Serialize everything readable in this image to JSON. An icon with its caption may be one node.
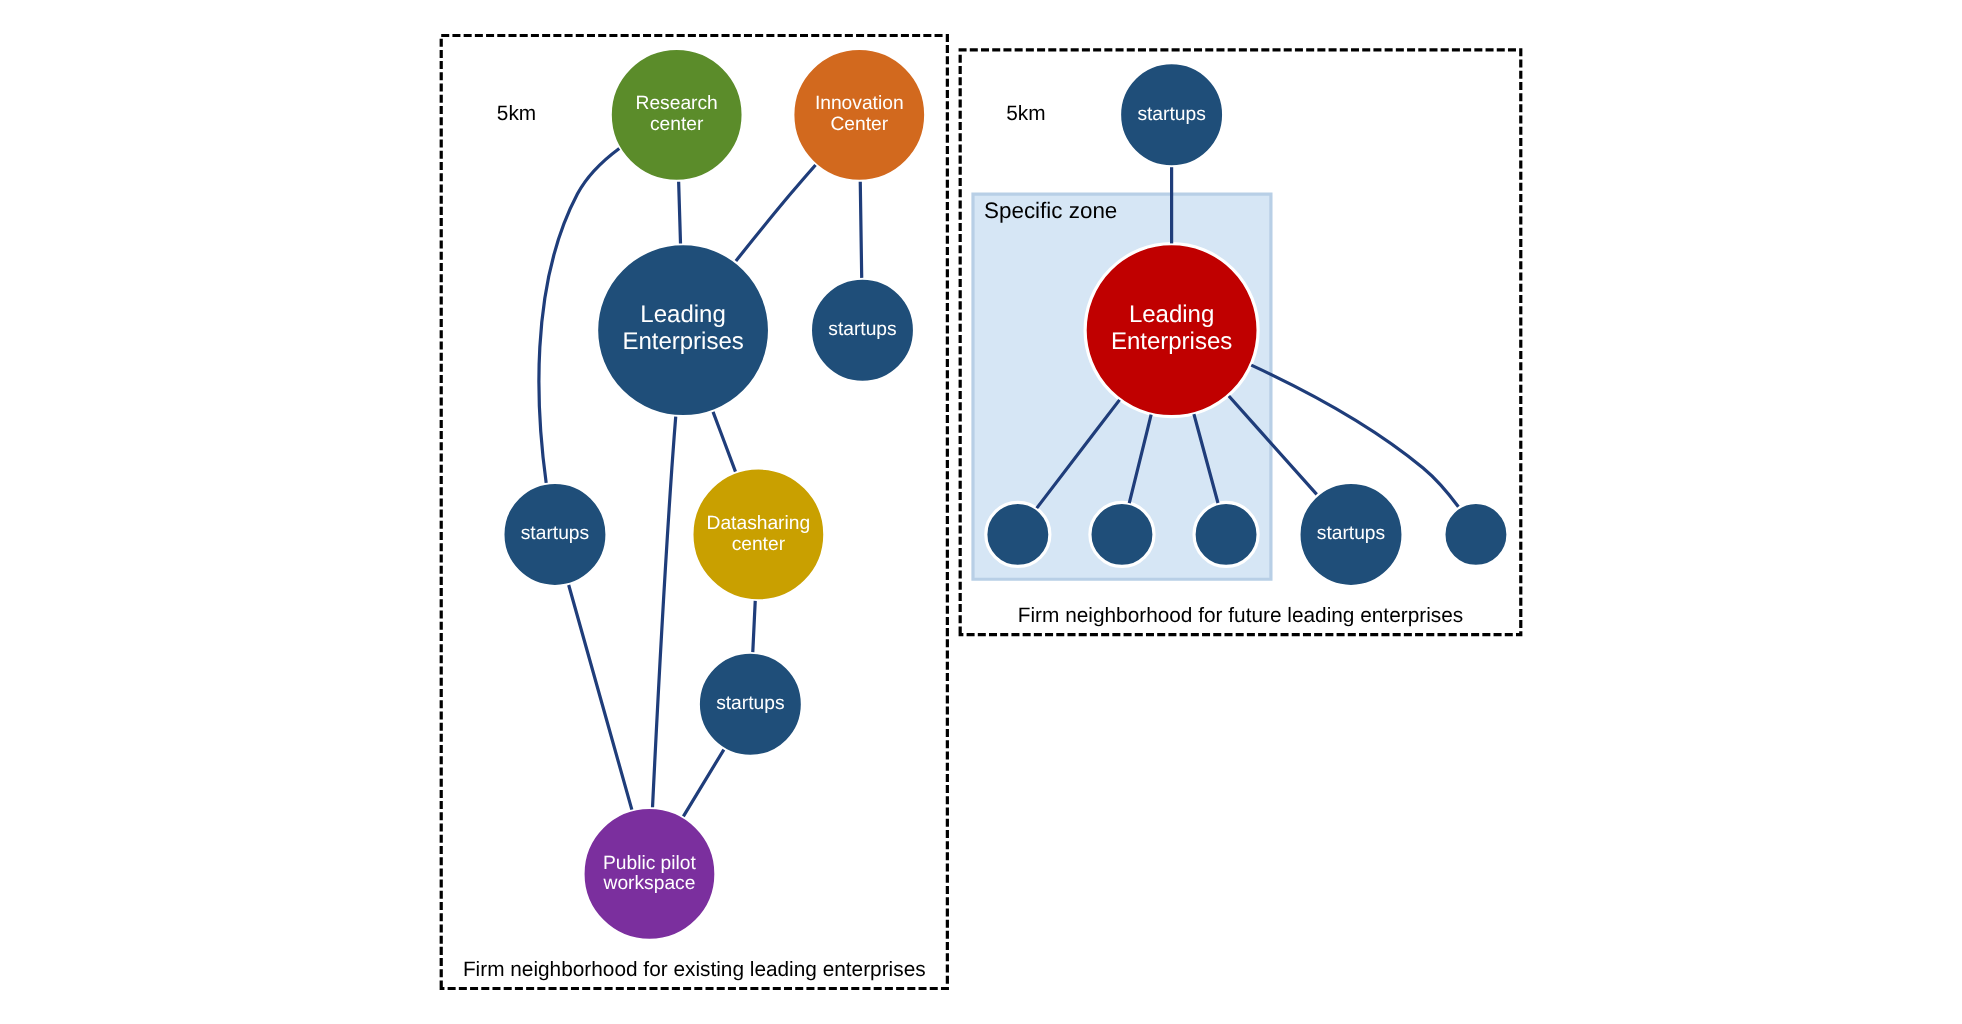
{
  "diagram": {
    "nodes": [
      {
        "text": [
          "Firm neighborhood for existing leading enterprises"
        ]
      },
      {
        "text": [
          "Innovation Center"
        ],
        "in": 0
      },
      {
        "text": [
          "startups"
        ],
        "in": 0
      },
      {
        "text": [
          "Research center"
        ],
        "in": 0
      },
      {
        "text": [
          "Leading Enterprises"
        ],
        "in": 0
      },
      {
        "text": [
          "Datasharing center"
        ],
        "in": 0
      },
      {
        "text": [
          "startups"
        ],
        "in": 0
      },
      {
        "text": [
          "startups"
        ],
        "in": 0
      },
      {
        "text": [
          "Public pilot workspace"
        ],
        "in": 0
      },
      {
        "text": [
          "Firm neighborhood for future leading enterprises"
        ]
      },
      {
        "text": [
          "Specific zone"
        ],
        "in": 9
      },
      {
        "text": [],
        "shape": "circle",
        "in": 10
      },
      {
        "text": [
          "startups"
        ],
        "in": 9
      },
      {
        "text": [
          "Leading Enterprises"
        ],
        "in": 10
      },
      {
        "text": [
          "startups"
        ],
        "in": 9
      },
      {
        "text": [],
        "shape": "circle",
        "in": 10
      },
      {
        "text": [],
        "shape": "circle",
        "in": 10
      },
      {
        "text": [],
        "shape": "circle",
        "in": 9
      }
    ],
    "edges": [
      {
        "from": 1,
        "to": 2,
        "arrow": "none"
      },
      {
        "from": 1,
        "to": 4,
        "arrow": "none"
      },
      {
        "from": 3,
        "to": 4,
        "arrow": "none"
      },
      {
        "from": 4,
        "to": 5,
        "arrow": "none"
      },
      {
        "from": 3,
        "to": 6,
        "arrow": "none"
      },
      {
        "from": 4,
        "to": 8,
        "arrow": "none"
      },
      {
        "from": 5,
        "to": 7,
        "arrow": "none"
      },
      {
        "from": 6,
        "to": 8,
        "arrow": "none"
      },
      {
        "from": 7,
        "to": 8,
        "arrow": "none"
      },
      {
        "from": 13,
        "to": 11,
        "arrow": "none"
      },
      {
        "from": 12,
        "to": 13,
        "arrow": "none"
      },
      {
        "from": 13,
        "to": 14,
        "arrow": "none"
      },
      {
        "from": 13,
        "to": 15,
        "arrow": "none"
      },
      {
        "from": 13,
        "to": 16,
        "arrow": "none"
      },
      {
        "from": 13,
        "to": 17,
        "arrow": "none"
      }
    ],
    "labels": [
      "5km",
      "5km"
    ]
  }
}
